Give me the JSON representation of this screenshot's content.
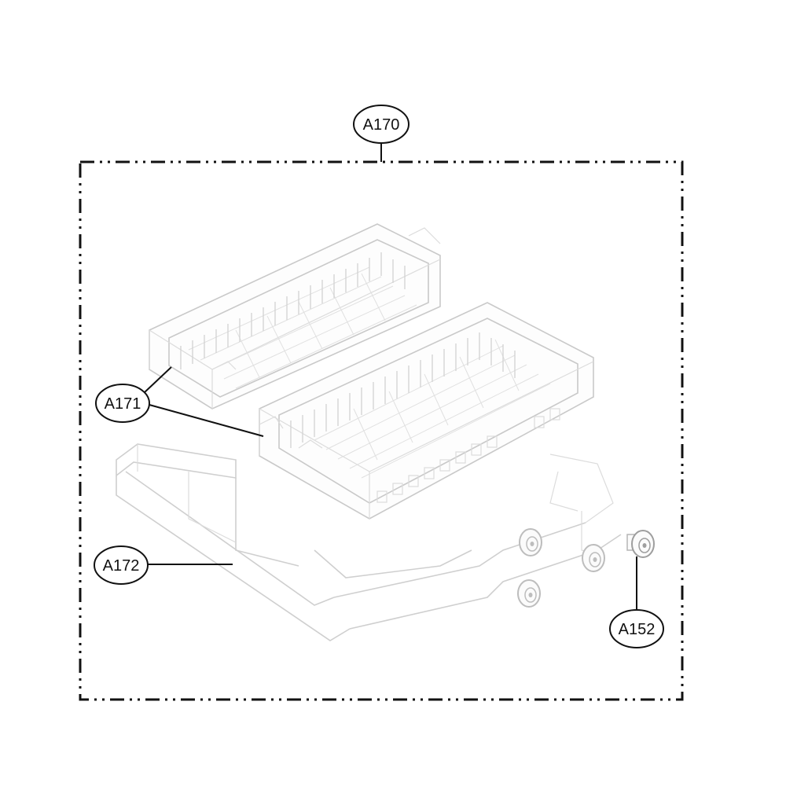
{
  "callouts": {
    "assembly": "A170",
    "basket": "A171",
    "rack_frame": "A172",
    "roller": "A152"
  }
}
